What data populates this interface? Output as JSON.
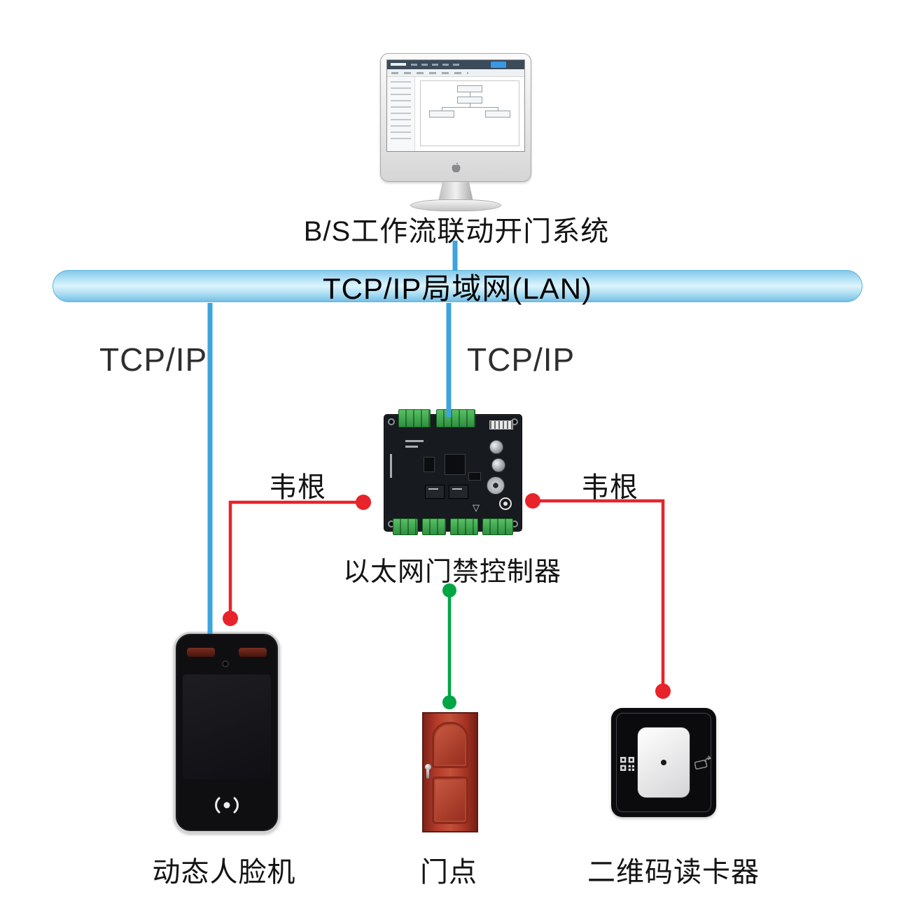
{
  "diagram": {
    "server": {
      "label": "B/S工作流联动开门系统"
    },
    "lan": {
      "label": "TCP/IP局域网(LAN)"
    },
    "links": {
      "tcpip_left": "TCP/IP",
      "tcpip_center": "TCP/IP",
      "wiegand_left": "韦根",
      "wiegand_right": "韦根"
    },
    "controller": {
      "label": "以太网门禁控制器"
    },
    "devices": {
      "face_machine": {
        "label": "动态人脸机"
      },
      "door": {
        "label": "门点"
      },
      "qr_reader": {
        "label": "二维码读卡器"
      }
    }
  },
  "colors": {
    "lan_bar_fill": "#aadcf5",
    "lan_bar_border": "#62b5de",
    "line_blue": "#3da4dc",
    "line_red": "#e8232a",
    "line_green": "#00a546",
    "dot_red": "#e8232a",
    "dot_green": "#00a546"
  },
  "icons": {
    "apple_logo": "apple-logo-icon",
    "contactless": "contactless-icon",
    "qr_code": "qr-code-icon",
    "hand_swipe": "hand-swipe-icon"
  }
}
